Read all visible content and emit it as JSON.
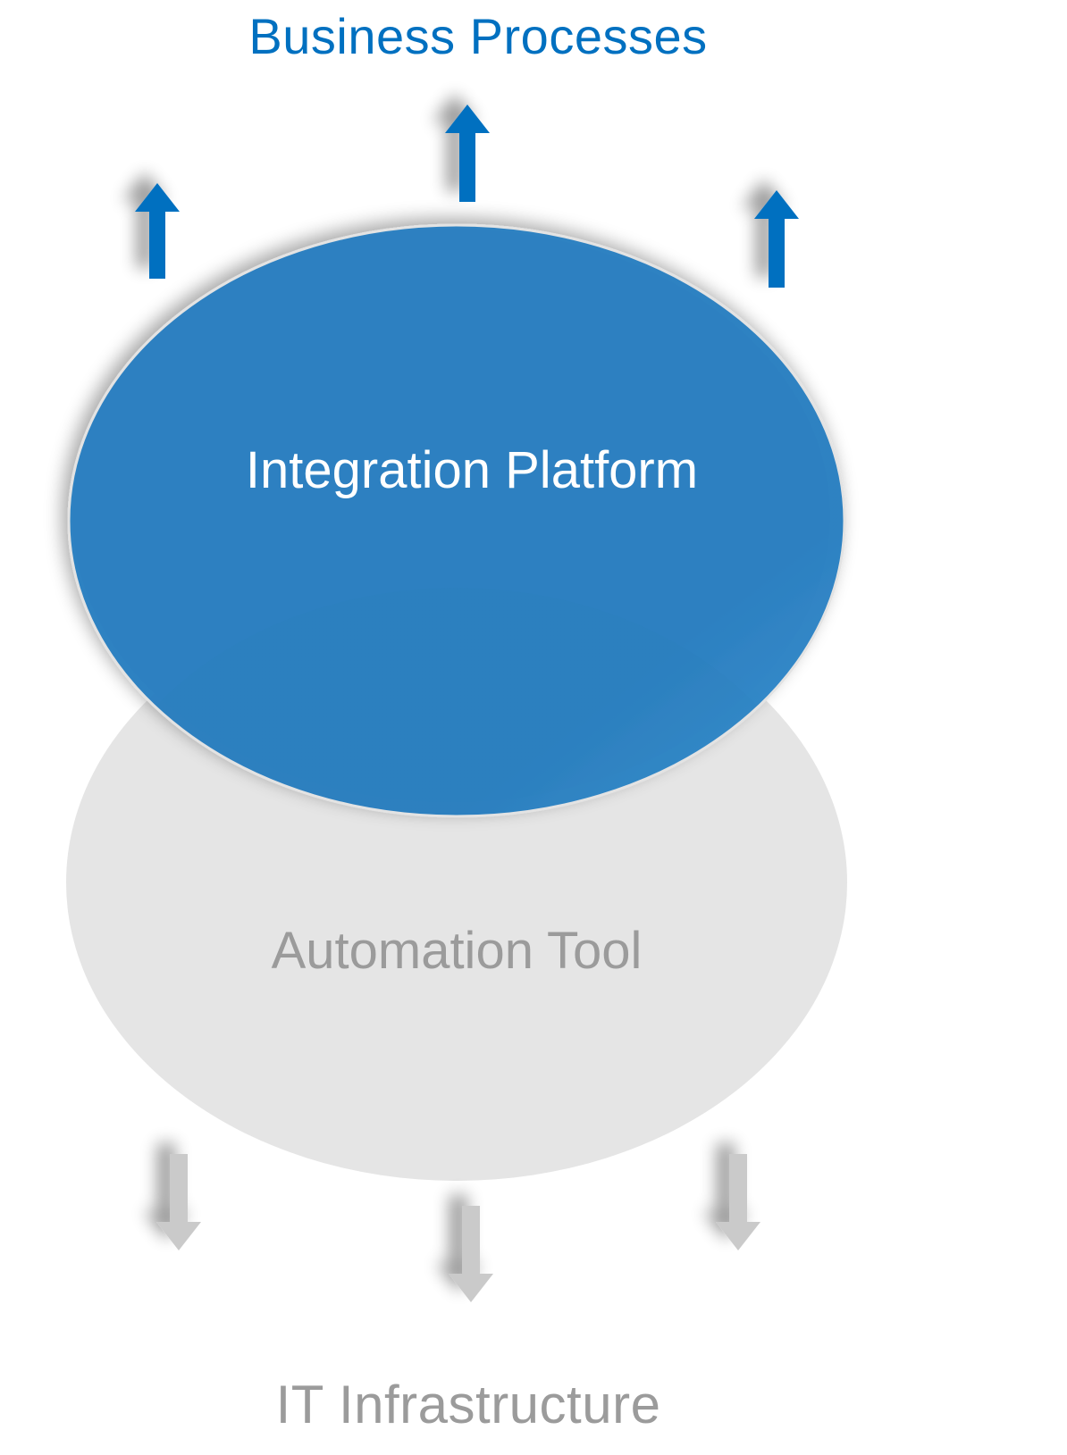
{
  "diagram": {
    "top_label": "Business Processes",
    "bottom_label": "IT Infrastructure",
    "upper_ellipse": {
      "label": "Integration Platform",
      "fill_color": "#2B80C1",
      "text_color": "#FFFFFF"
    },
    "lower_ellipse": {
      "label": "Automation Tool",
      "fill_color": "#E5E5E5",
      "text_color": "#9B9B9B"
    },
    "up_arrows": {
      "count": 3,
      "direction": "up",
      "color": "#0070C0",
      "icon": "arrow-up-icon"
    },
    "down_arrows": {
      "count": 3,
      "direction": "down",
      "color": "#CACACA",
      "icon": "arrow-down-icon"
    },
    "colors": {
      "top_label": "#0070C0",
      "bottom_label": "#9B9B9B"
    }
  }
}
